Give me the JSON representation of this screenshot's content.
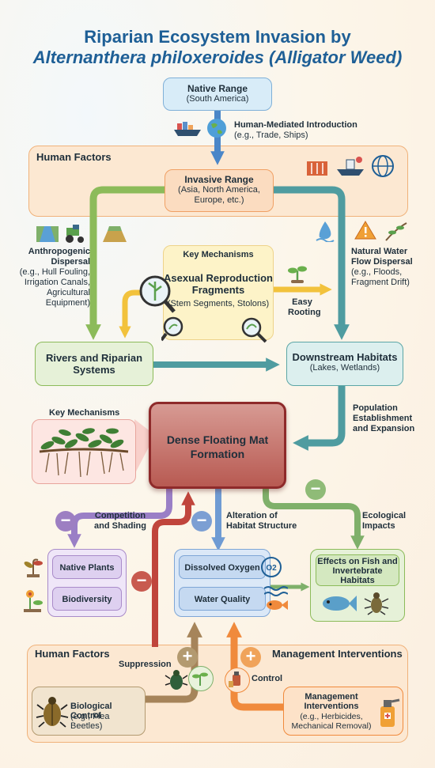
{
  "title": {
    "line1": "Riparian Ecosystem Invasion by",
    "line2": "Alternanthera philoxeroides (Alligator Weed)"
  },
  "nodes": {
    "native_range": {
      "title": "Native Range",
      "sub": "(South America)"
    },
    "invasive_range": {
      "title": "Invasive Range",
      "sub": "(Asia, North America, Europe, etc.)"
    },
    "rivers": {
      "title": "Rivers and Riparian Systems"
    },
    "downstream": {
      "title": "Downstream Habitats",
      "sub": "(Lakes, Wetlands)"
    },
    "mat": {
      "title": "Dense Floating Mat Formation"
    },
    "native_plants": {
      "title": "Native Plants"
    },
    "biodiversity": {
      "title": "Biodiversity"
    },
    "dissolved_oxygen": {
      "title": "Dissolved Oxygen"
    },
    "water_quality": {
      "title": "Water Quality"
    },
    "fish_effects": {
      "title": "Effects on Fish and Invertebrate Habitats"
    },
    "bio_control": {
      "title": "Biological Control",
      "sub": "(e.g., Flea Beetles)"
    },
    "mgmt": {
      "title": "Management Interventions",
      "sub": "(e.g., Herbicides, Mechanical Removal)"
    }
  },
  "groups": {
    "human_factors_top": "Human Factors",
    "human_factors_bottom": "Human Factors",
    "management_interventions": "Management Interventions",
    "key_mechanisms_1": "Key Mechanisms",
    "asexual": {
      "title": "Asexual Reproduction Fragments",
      "sub": "(Stem Segments, Stolons)"
    },
    "key_mechanisms_2": "Key Mechanisms"
  },
  "edges": {
    "human_mediated": {
      "title": "Human-Mediated Introduction",
      "sub": "(e.g., Trade, Ships)"
    },
    "anthropogenic": {
      "title": "Anthropogenic Dispersal",
      "sub": "(e.g., Hull Fouling, Irrigation Canals, Agricultural Equipment)"
    },
    "natural_flow": {
      "title": "Natural Water Flow Dispersal",
      "sub": "(e.g., Floods, Fragment Drift)"
    },
    "easy_rooting": "Easy Rooting",
    "population": "Population Establishment and Expansion",
    "competition": "Competition and Shading",
    "alteration": "Alteration of Habitat Structure",
    "ecological": "Ecological Impacts",
    "suppression": "Suppression",
    "control": "Control"
  },
  "icons": {
    "o2": "O2",
    "symbols": {
      "minus": "−",
      "plus": "+"
    }
  },
  "colors": {
    "title": "#1e5f96",
    "native": "#d8ecf8",
    "invasive": "#fbdcc0",
    "green": "#8cbb5a",
    "teal": "#5ba6a6",
    "mat": "#9e3030",
    "purple": "#a98bc9",
    "blue": "#7ea6d6",
    "brown": "#a6845a",
    "orange": "#f08a3c",
    "red": "#c0453c"
  }
}
